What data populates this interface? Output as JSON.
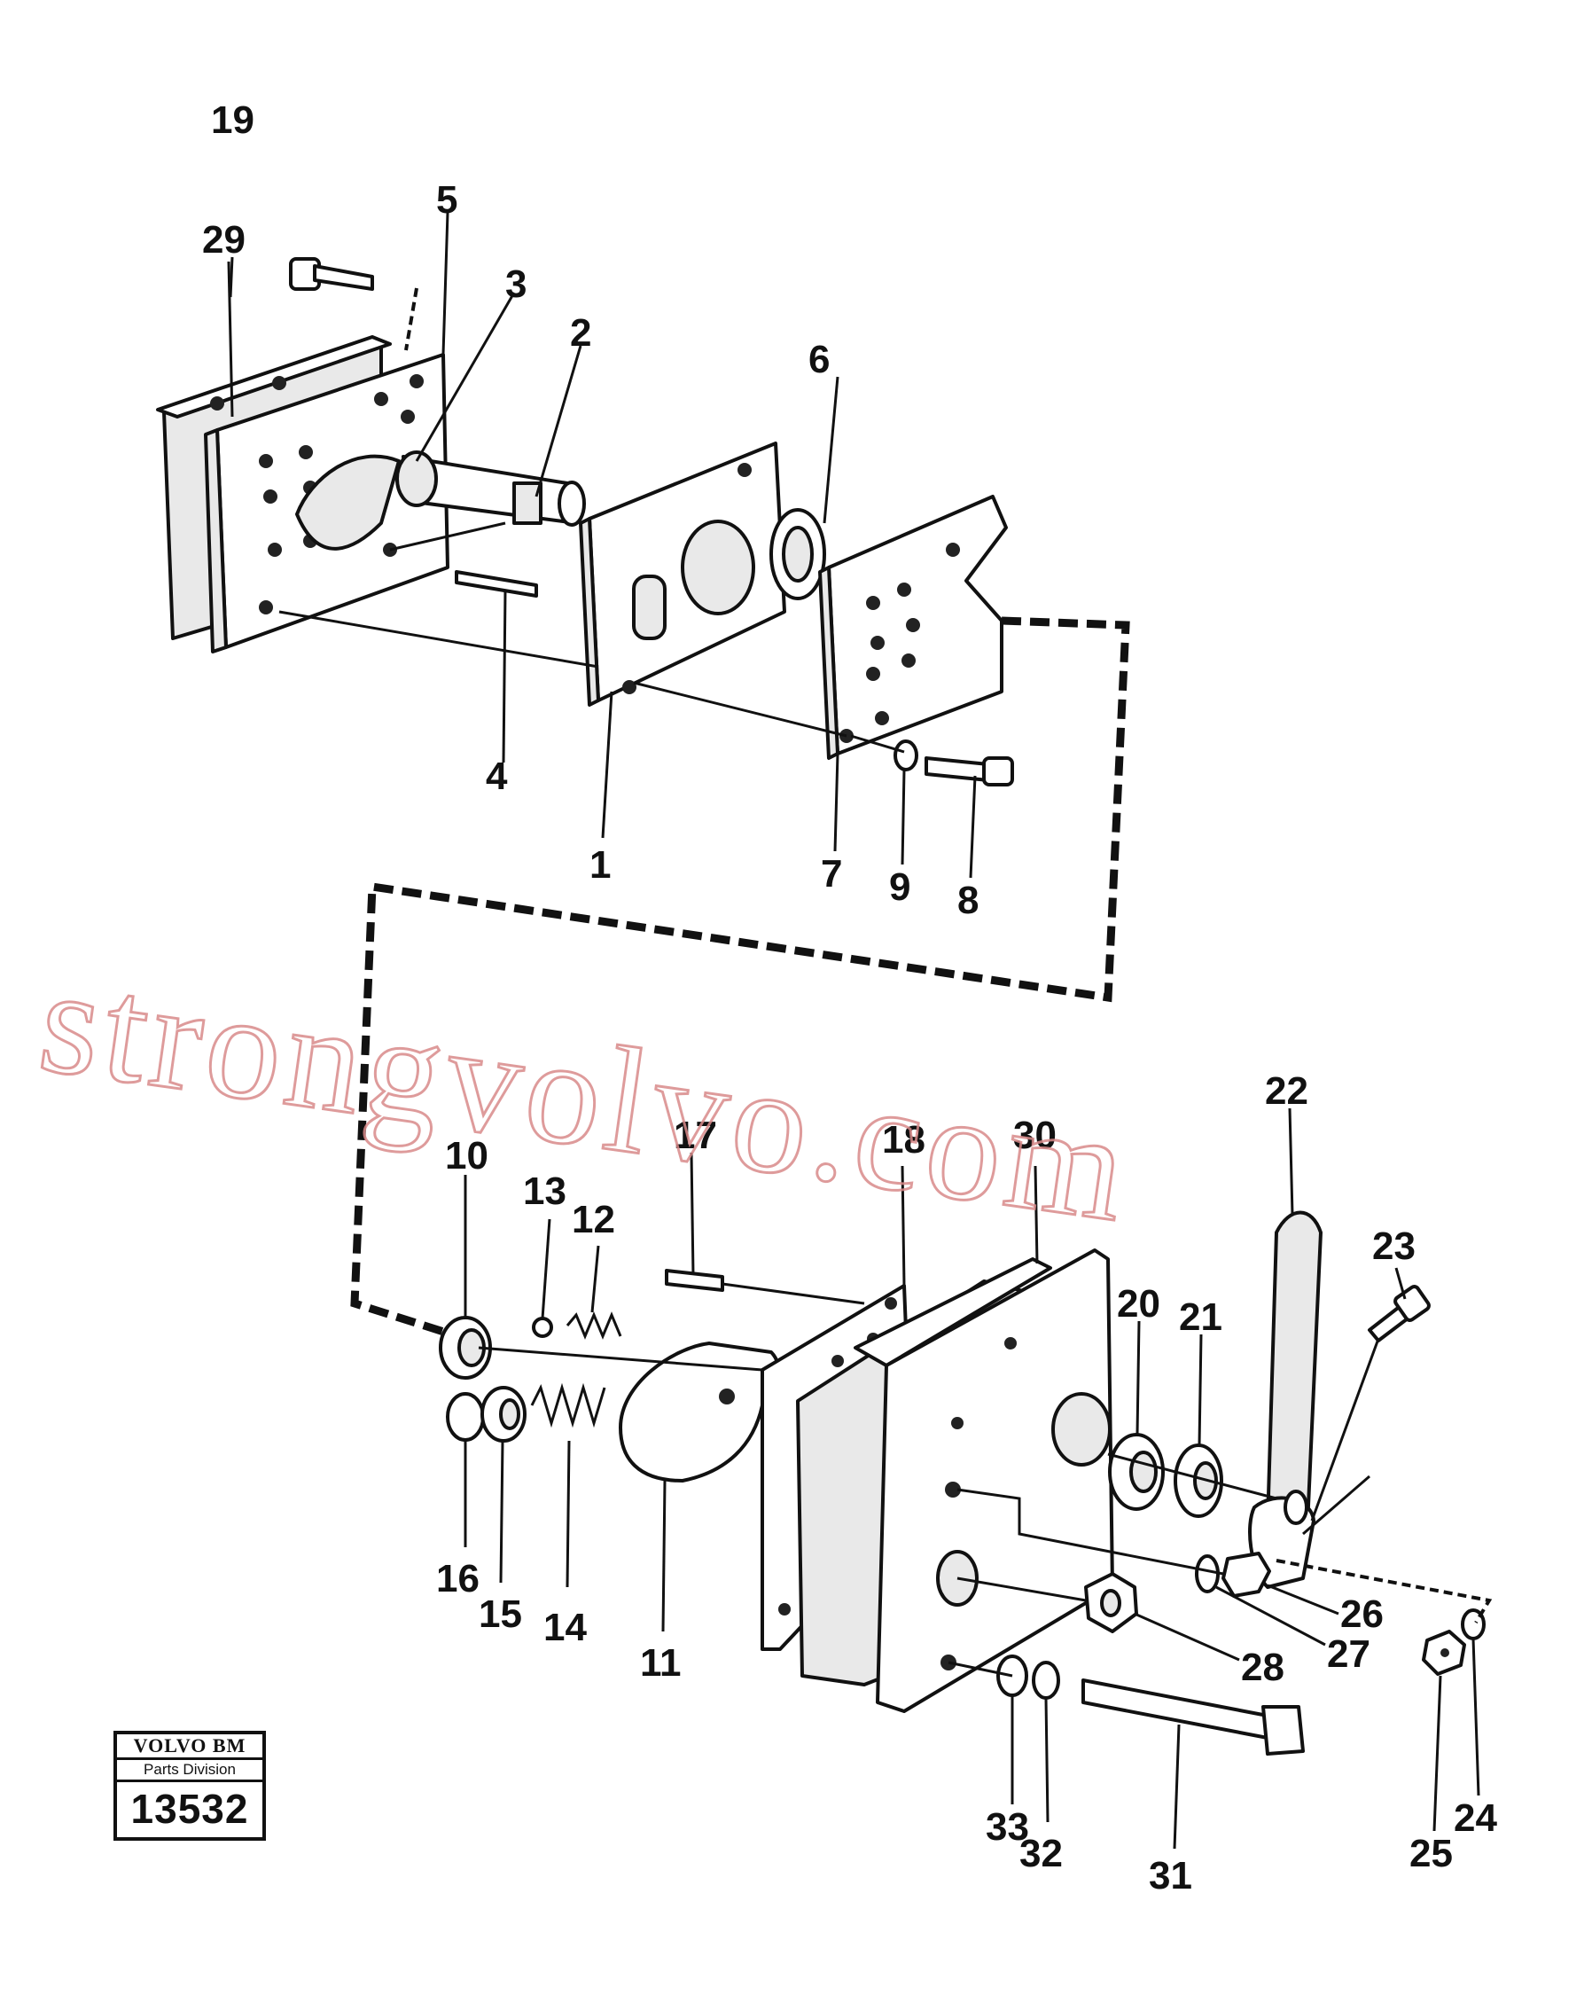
{
  "watermark": "strongvolvo.com",
  "logo": {
    "brand": "VOLVO BM",
    "division": "Parts Division",
    "drawing_number": "13532"
  },
  "callouts": [
    "19",
    "5",
    "29",
    "3",
    "2",
    "6",
    "4",
    "1",
    "7",
    "9",
    "8",
    "10",
    "13",
    "12",
    "17",
    "18",
    "30",
    "22",
    "23",
    "20",
    "21",
    "16",
    "15",
    "14",
    "11",
    "26",
    "27",
    "28",
    "33",
    "32",
    "31",
    "25",
    "24"
  ]
}
